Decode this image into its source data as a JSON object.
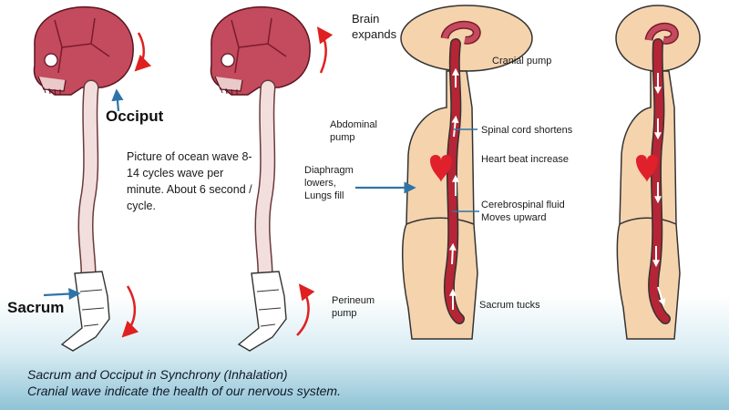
{
  "labels": {
    "occiput": "Occiput",
    "sacrum": "Sacrum",
    "wave_description": "Picture of ocean wave 8-14 cycles wave per minute. About 6 second / cycle.",
    "brain_expands": "Brain expands",
    "cranial_pump": "Cranial pump",
    "abdominal_pump": "Abdominal pump",
    "diaphragm": "Diaphragm lowers, Lungs fill",
    "spinal_cord_shortens": "Spinal cord shortens",
    "heart_beat_increase": "Heart beat increase",
    "cerebrospinal_fluid": "Cerebrospinal fluid Moves upward",
    "perineum_pump": "Perineum pump",
    "sacrum_tucks": "Sacrum tucks"
  },
  "caption": {
    "line1": "Sacrum and Occiput in Synchrony (Inhalation)",
    "line2": "Cranial wave indicate the health of our nervous system."
  },
  "colors": {
    "skull": "#c44a5e",
    "skull_dark": "#8a2233",
    "spine": "#f3dede",
    "body": "#f5d3ad",
    "heart": "#e0202a",
    "arrow_red": "#e02020",
    "arrow_blue": "#2e74a8",
    "cord": "#b52535"
  }
}
